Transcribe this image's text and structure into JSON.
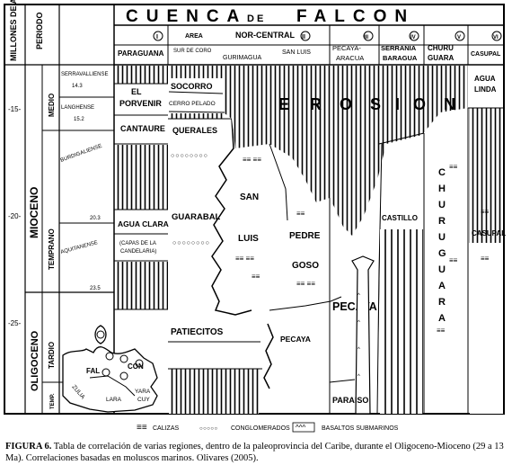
{
  "header": {
    "title_left": "CUENCA",
    "title_de": "DE",
    "title_right": "FALCON",
    "axis_label": "MILLONES DE AÑOS",
    "period_label": "PERIODO"
  },
  "regions": [
    {
      "num": "I",
      "name": "PARAGUANA"
    },
    {
      "num": "II",
      "name": "NOR-CENTRAL"
    },
    {
      "num": "III",
      "name": "PECAYA-ARACUA"
    },
    {
      "num": "IV",
      "name": "SERRANIA BARAGUA"
    },
    {
      "num": "V",
      "name": "CHURU GUARA"
    },
    {
      "num": "VI",
      "name": "CASUPAL"
    }
  ],
  "subregions": {
    "area_sur": "AREA",
    "area_sur2": "SUR DE CORO",
    "gurimagua": "GURIMAGUA",
    "san_luis": "SAN LUIS",
    "pecaya1": "PECAYA-",
    "aracua": "ARACUA",
    "serrania": "SERRANIA",
    "baragua": "BARAGUA",
    "churu": "CHURU",
    "guara": "GUARA",
    "casupal": "CASUPAL"
  },
  "ticks": [
    "-15-",
    "-20-",
    "-25-"
  ],
  "epochs": {
    "mioceno": "MIOCENO",
    "oligoceno": "OLIGOCENO"
  },
  "subepochs": {
    "medio": "MEDIO",
    "temprano": "TEMPRANO",
    "tardio": "TARDIO",
    "temp": "TEMP."
  },
  "stages": {
    "serravalliense": "SERRAVALLIENSE",
    "langhiense": "LANGHENSE",
    "burdigaliense": "BURDIGALIENSE",
    "aquitaniense": "AQUITANENSE"
  },
  "markers": [
    "14.3",
    "15.2",
    "20.3",
    "23.5"
  ],
  "formations": {
    "el_porvenir_1": "EL",
    "el_porvenir_2": "PORVENIR",
    "cantaure": "CANTAURE",
    "agua_clara": "AGUA CLARA",
    "capas1": "(CAPAS DE LA",
    "capas2": "CANDELARIA)",
    "socorro": "SOCORRO",
    "cerro_pelado": "CERRO PELADO",
    "querales": "QUERALES",
    "guarabal": "GUARABAL",
    "patiecitos": "PATIECITOS",
    "san": "SAN",
    "luis": "LUIS",
    "pedre": "PEDRE",
    "goso": "GOSO",
    "pecaya_small": "PECAYA",
    "pecaya_big": "PECAYA",
    "paraiso": "PARAISO",
    "castillo": "CASTILLO",
    "churuguara_letters": [
      "C",
      "H",
      "U",
      "R",
      "U",
      "G",
      "U",
      "A",
      "R",
      "A"
    ],
    "casupal": "CASUPAL",
    "agua_linda_1": "AGUA",
    "agua_linda_2": "LINDA",
    "erosion": [
      "E",
      "R",
      "O",
      "S",
      "I",
      "O",
      "N"
    ]
  },
  "map": {
    "fal": "FAL",
    "con": "CON",
    "zulia": "ZULIA",
    "lara": "LARA",
    "yaracuy1": "YARA",
    "yaracuy2": "CUY"
  },
  "legend": {
    "calizas": "CALIZAS",
    "conglomerados": "CONGLOMERADOS",
    "basaltos": "BASALTOS SUBMARINOS"
  },
  "caption": {
    "label": "FIGURA 6.",
    "text": " Tabla de correlación de varias regiones, dentro de la paleoprovincia del Caribe, durante el Oligoceno-Mioceno (29 a 13 Ma). Correlaciones basadas en moluscos marinos. Olivares (2005)."
  }
}
